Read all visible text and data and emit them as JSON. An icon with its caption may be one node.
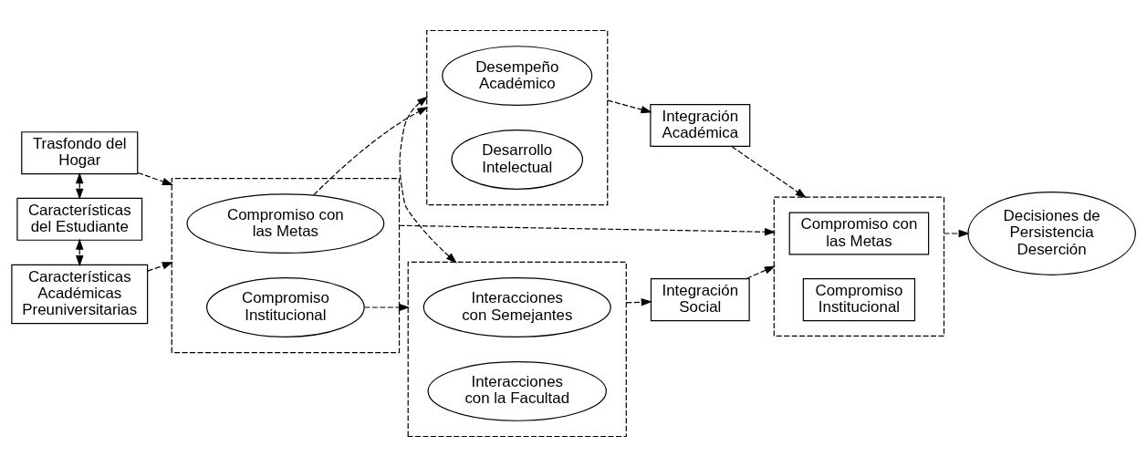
{
  "diagram": {
    "nodes": [
      {
        "text": [
          "Trasfondo del Hogar"
        ]
      },
      {
        "text": [
          "Características del Estudiante"
        ]
      },
      {
        "text": [
          "Características Académicas Preuniversitarias"
        ]
      },
      {
        "text": [],
        "shape": "box"
      },
      {
        "text": [
          "Compromiso con las Metas"
        ],
        "in": 3
      },
      {
        "text": [
          "Compromiso Institucional"
        ],
        "in": 3
      },
      {
        "text": [],
        "shape": "box"
      },
      {
        "text": [
          "Desempeño Académico"
        ],
        "in": 6
      },
      {
        "text": [
          "Desarrollo Intelectual"
        ],
        "in": 6
      },
      {
        "text": [],
        "shape": "box"
      },
      {
        "text": [
          "Interacciones con Semejantes"
        ],
        "in": 9
      },
      {
        "text": [
          "Interacciones con la Facultad"
        ],
        "in": 9
      },
      {
        "text": [
          "Integración Académica"
        ]
      },
      {
        "text": [
          "Integración Social"
        ]
      },
      {
        "text": [],
        "shape": "box"
      },
      {
        "text": [
          "Compromiso con las Metas"
        ],
        "in": 14
      },
      {
        "text": [
          "Compromiso Institucional"
        ],
        "in": 14
      },
      {
        "text": [
          "Decisiones de Persistencia Deserción"
        ]
      }
    ],
    "edges": [
      {
        "from": 0,
        "to": 3,
        "arrow": "to",
        "style": "dashed"
      },
      {
        "from": 0,
        "to": 1,
        "arrow": "both",
        "style": "dashed"
      },
      {
        "from": 1,
        "to": 2,
        "arrow": "both",
        "style": "dashed"
      },
      {
        "from": 2,
        "to": 3,
        "arrow": "to",
        "style": "dashed"
      },
      {
        "from": 4,
        "to": 6,
        "arrow": "to",
        "style": "dashed"
      },
      {
        "from": 5,
        "to": 9,
        "arrow": "to",
        "style": "dashed"
      },
      {
        "from": 6,
        "to": 9,
        "arrow": "both",
        "style": "dashed"
      },
      {
        "from": 3,
        "to": 14,
        "arrow": "to",
        "style": "dashed"
      },
      {
        "from": 6,
        "to": 12,
        "arrow": "to",
        "style": "dashed"
      },
      {
        "from": 9,
        "to": 13,
        "arrow": "to",
        "style": "dashed"
      },
      {
        "from": 12,
        "to": 14,
        "arrow": "to",
        "style": "dashed"
      },
      {
        "from": 13,
        "to": 14,
        "arrow": "to",
        "style": "dashed"
      },
      {
        "from": 14,
        "to": 17,
        "arrow": "to",
        "style": "dashed"
      }
    ]
  }
}
